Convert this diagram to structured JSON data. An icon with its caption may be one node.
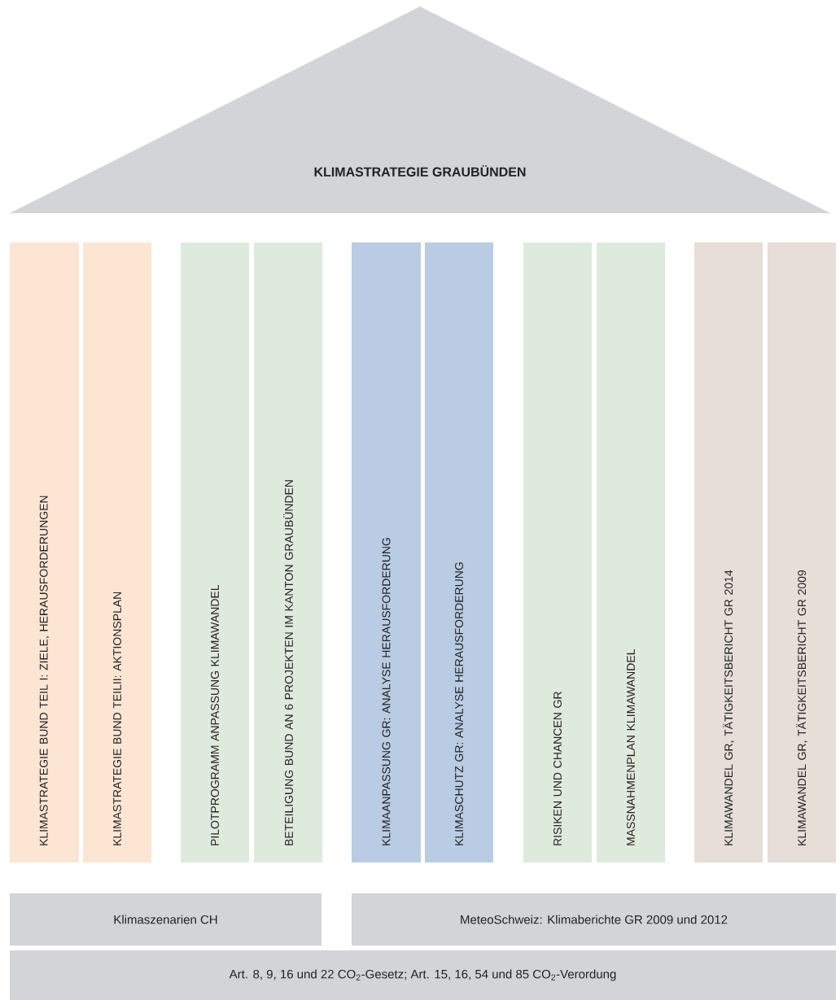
{
  "diagram": {
    "nodes": [
      {
        "text": [
          "KLIMASTRATEGIE GRAUBÜNDEN"
        ]
      },
      {
        "text": [
          "KLIMASTRATEGIE BUND TEIL I: ZIELE, HERAUSFORDERUNGEN"
        ]
      },
      {
        "text": [
          "KLIMASTRATEGIE BUND TEILII: AKTIONSPLAN"
        ]
      },
      {
        "text": [
          "PILOTPROGRAMM ANPASSUNG KLIMAWANDEL"
        ]
      },
      {
        "text": [
          "BETEILIGUNG BUND AN 6 PROJEKTEN IM KANTON GRAUBÜNDEN"
        ]
      },
      {
        "text": [
          "KLIMAANPASSUNG GR: ANALYSE HERAUSFORDERUNG"
        ]
      },
      {
        "text": [
          "KLIMASCHUTZ GR: ANALYSE HERAUSFORDERUNG"
        ]
      },
      {
        "text": [
          "RISIKEN UND CHANCEN GR"
        ]
      },
      {
        "text": [
          "MASSNAHMENPLAN KLIMAWANDEL"
        ]
      },
      {
        "text": [
          "KLIMAWANDEL GR, TÄTIGKEITSBERICHT GR 2014"
        ]
      },
      {
        "text": [
          "KLIMAWANDEL GR, TÄTIGKEITSBERICHT GR 2009"
        ]
      },
      {
        "text": [
          "Klimaszenarien CH"
        ]
      },
      {
        "text": [
          "MeteoSchweiz: Klimaberichte GR 2009 und 2012"
        ]
      },
      {
        "text": [
          "Art. 8, 9, 16 und 22 CO$_{2}$-Gesetz; Art. 15, 16, 54 und 85 CO$_{2}$-Verordung"
        ]
      }
    ]
  }
}
